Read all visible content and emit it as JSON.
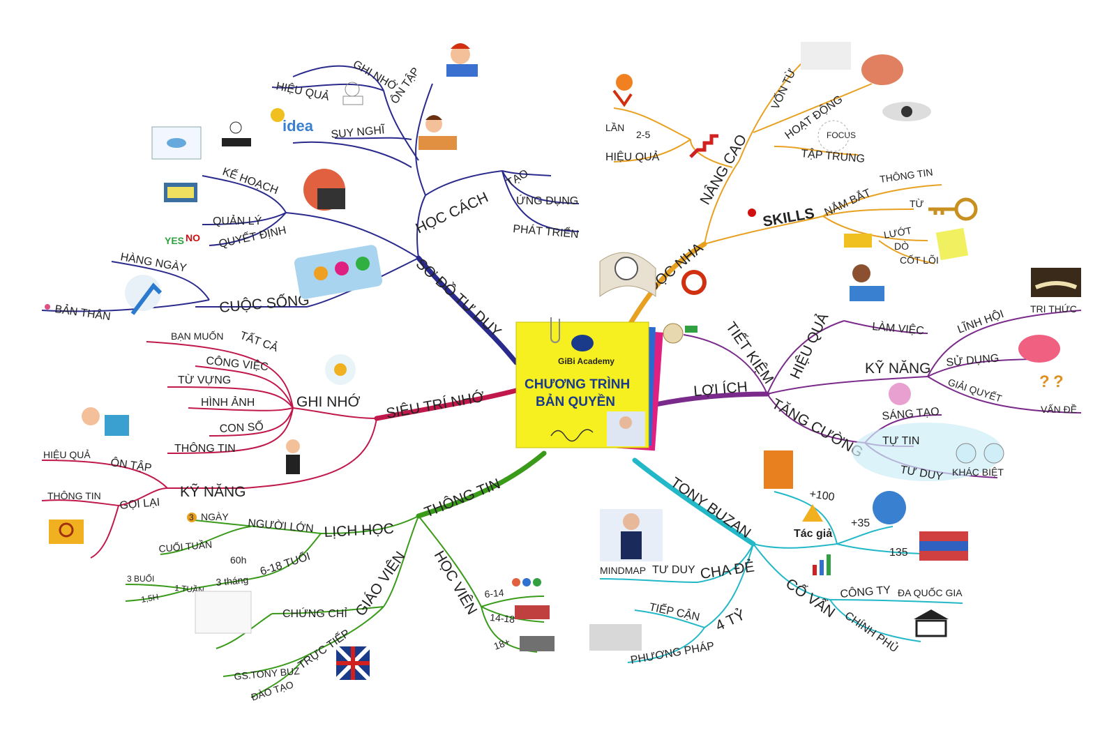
{
  "center": {
    "logo_text": "GiBi Academy",
    "title_line1": "CHƯƠNG TRÌNH",
    "title_line2": "BẢN QUYỀN"
  },
  "branches": {
    "so_do_tu_duy": {
      "label": "SƠ ĐỒ TƯ DUY",
      "color": "#2a2a8c",
      "hoc_cach": {
        "label": "HỌC CÁCH",
        "tao": "TẠO",
        "ung_dung": "ỨNG DỤNG",
        "phat_trien": "PHÁT TRIỂN",
        "on_tap": "ÔN TẬP",
        "ghi_nho": "GHI NHỚ",
        "hieu_qua": "HIỆU QUẢ",
        "suy_nghi": "SUY NGHĨ"
      },
      "ke_hoach": "KẾ HOẠCH",
      "quan_ly": "QUẢN LÝ",
      "quyet_dinh": "QUYẾT ĐỊNH",
      "cuoc_song": {
        "label": "CUỘC SỐNG",
        "hang_ngay": "HÀNG NGÀY",
        "ban_than": "BẢN THÂN"
      }
    },
    "sieu_tri_nho": {
      "label": "SIÊU TRÍ NHỚ",
      "color": "#c0184a",
      "ghi_nho": {
        "label": "GHI NHỚ",
        "ban_muon": "BẠN MUỐN",
        "tat_ca": "TẤT CẢ",
        "cong_viec": "CÔNG VIỆC",
        "tu_vung": "TỪ VỰNG",
        "hinh_anh": "HÌNH ẢNH",
        "con_so": "CON SỐ",
        "thong_tin": "THÔNG TIN"
      },
      "ky_nang": {
        "label": "KỸ NĂNG",
        "on_tap": "ÔN TẬP",
        "hieu_qua": "HIỆU QUẢ",
        "goi_lai": "GỌI LẠI",
        "thong_tin": "THÔNG TIN"
      }
    },
    "thong_tin": {
      "label": "THÔNG TIN",
      "color": "#3a9a1a",
      "lich_hoc": {
        "label": "LỊCH HỌC",
        "nguoi_lon": "NGƯỜI LỚN",
        "ngay": "NGÀY",
        "ngay_num": "3",
        "cuoi_tuan": "CUỐI TUẦN",
        "tuoi_6_18": "6-18 TUỔI",
        "h60": "60h",
        "thang3": "3 tháng",
        "tuan1": "1 TUẦN",
        "buoi3": "3 BUỔI",
        "h15": "1,5H"
      },
      "giao_vien": {
        "label": "GIÁO VIÊN",
        "chung_chi": "CHỨNG CHỈ",
        "truc_tiep": "TRỰC TIẾP",
        "gs_tony": "GS.TONY BUZ",
        "dao_tao": "ĐÀO TẠO"
      },
      "hoc_vien": {
        "label": "HỌC VIÊN",
        "a": "6-14",
        "b": "14-18",
        "c": "18+"
      }
    },
    "tony_buzan": {
      "label": "TONY BUZAN",
      "color": "#22b8c8",
      "tac_gia": "Tác giả",
      "plus100": "+100",
      "plus35": "+35",
      "n135": "135",
      "cha_de": "CHA ĐẺ",
      "tu_duy": "TƯ DUY",
      "mindmap": "MINDMAP",
      "bon_ty": "4 TỶ",
      "tiep_can": "TIẾP CẬN",
      "phuong_phap": "PHƯƠNG PHÁP",
      "co_van": "CỐ VẤN",
      "cong_ty": "CÔNG TY",
      "da_quoc_gia": "ĐA QUỐC GIA",
      "chinh_phu": "CHÍNH PHỦ"
    },
    "loi_ich": {
      "label": "LỢI ÍCH",
      "color": "#7a2a8a",
      "tiet_kiem": "TIẾT KIỆM",
      "hieu_qua": "HIỆU QUẢ",
      "lam_viec": "LÀM VIỆC",
      "ky_nang": "KỸ NĂNG",
      "linh_hoi": "LĨNH HỘI",
      "tri_thuc": "TRI THỨC",
      "su_dung": "SỬ DỤNG",
      "giai_quyet": "GIẢI QUYẾT",
      "van_de": "VẤN ĐỀ",
      "tang_cuong": "TĂNG CƯỜNG",
      "sang_tao": "SÁNG TẠO",
      "tu_tin": "TỰ TIN",
      "tu_duy": "TƯ DUY",
      "khac_biet": "KHÁC BIỆT"
    },
    "doc_nhanh": {
      "label": "ĐỌC NHA",
      "color": "#e8a020",
      "nang_cao": "NÂNG CAO",
      "von_tu": "VỐN TỪ",
      "hoat_dong": "HOẠT ĐỘNG",
      "tap_trung": "TẬP TRUNG",
      "focus": "FOCUS",
      "lan": "LẦN",
      "n25": "2-5",
      "hieu_qua": "HIỆU QUẢ",
      "nam_bat": "NẮM BẮT",
      "thong_tin": "THÔNG TIN",
      "tu": "TỪ",
      "luot": "LƯỚT",
      "do": "DÒ",
      "cot_loi": "CỐT LÕI",
      "skills": "SKILLS"
    }
  },
  "icons": {
    "bulb": "idea-icon",
    "yes_no": "yes-no-icon"
  },
  "misc": {
    "idea_text": "idea",
    "yes": "YES",
    "no": "NO"
  }
}
